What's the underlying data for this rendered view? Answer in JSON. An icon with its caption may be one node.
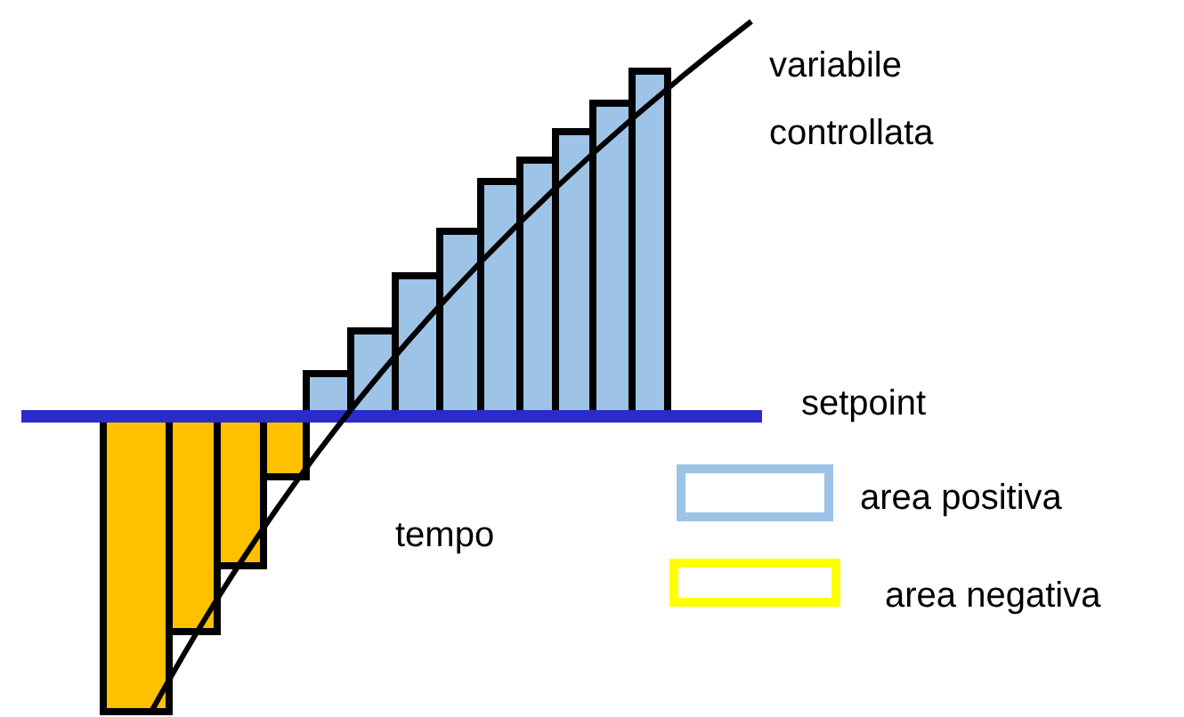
{
  "diagram": {
    "labels": [
      "variabile controllata",
      "setpoint",
      "tempo"
    ],
    "legend": [
      {
        "text": "area positiva",
        "color": "#9dc3e6"
      },
      {
        "text": "area negativa",
        "color": "#ffff00"
      }
    ]
  }
}
